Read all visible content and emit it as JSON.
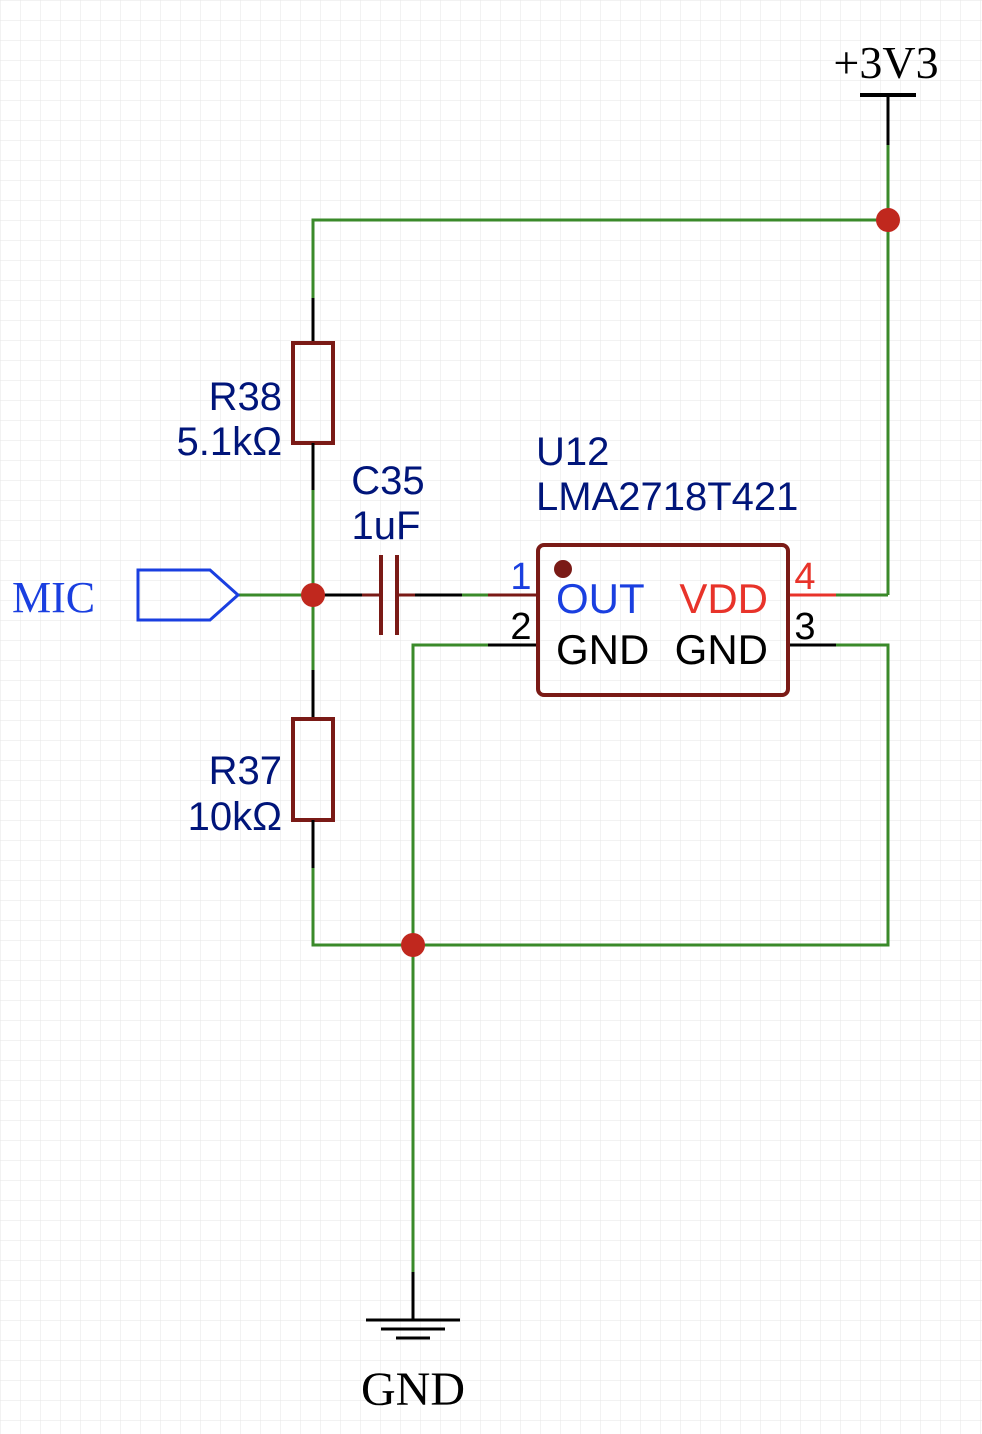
{
  "colors": {
    "wire": "#3a8a2a",
    "junction": "#c0281e",
    "component": "#7a1a16",
    "designator": "#00157a",
    "pin": "#000000",
    "pin_out": "#1a3fe0",
    "pin_vdd": "#e8332a",
    "net_port": "#1a3fe0",
    "power": "#000000",
    "grid": "#e6e6e6"
  },
  "power": {
    "vcc_label": "+3V3",
    "gnd_label": "GND"
  },
  "net_port": {
    "label": "MIC"
  },
  "components": {
    "r38": {
      "designator": "R38",
      "value": "5.1kΩ"
    },
    "r37": {
      "designator": "R37",
      "value": "10kΩ"
    },
    "c35": {
      "designator": "C35",
      "value": "1uF"
    },
    "u12": {
      "designator": "U12",
      "part": "LMA2718T421",
      "pins": {
        "p1": {
          "number": "1",
          "name": "OUT"
        },
        "p2": {
          "number": "2",
          "name": "GND"
        },
        "p3": {
          "number": "3",
          "name": "GND"
        },
        "p4": {
          "number": "4",
          "name": "VDD"
        }
      }
    }
  }
}
